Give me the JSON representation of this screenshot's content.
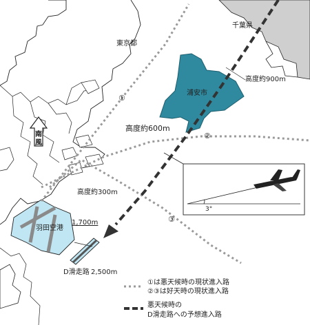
{
  "labels": {
    "tokyo": "東京都",
    "chiba": "千葉県",
    "urayasu": "浦安市",
    "haneda": "羽田空港",
    "d_runway": "D滑走路",
    "wind": "南風",
    "alt_900": "高度約900m",
    "alt_600": "高度約600m",
    "alt_300": "高度約300m",
    "len_1700": "1,700m",
    "len_2500": "2,500m",
    "route1": "①",
    "route2": "②",
    "route3": "③",
    "angle": "3°"
  },
  "legend": {
    "dotted_line1": "①は悪天候時の現状進入路",
    "dotted_line2": "②③は好天時の現状進入路",
    "dashed_line1": "悪天候時の",
    "dashed_line2": "D滑走路への予想進入路"
  },
  "colors": {
    "urayasu": "#2f8aa0",
    "haneda": "#bfe6f2",
    "chiba": "#cfcfcf",
    "route_gray": "#9a9a9a",
    "route_dark": "#333333"
  }
}
